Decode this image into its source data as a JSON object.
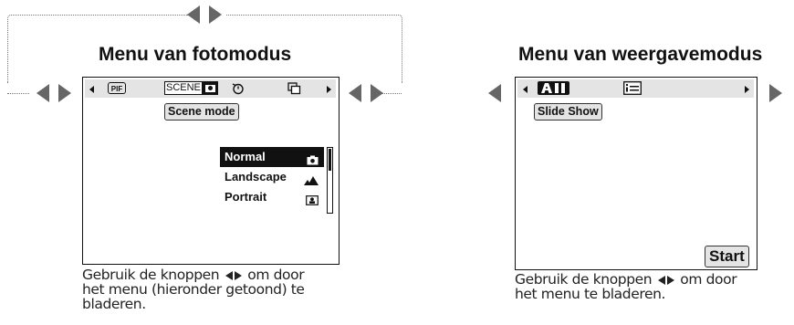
{
  "photo": {
    "title": "Menu van fotomodus",
    "toolbar": {
      "pif_label": "PIF",
      "scene_label": "SCENE"
    },
    "active_label": "Scene mode",
    "menu_items": [
      {
        "label": "Normal",
        "icon": "camera-icon",
        "selected": true
      },
      {
        "label": "Landscape",
        "icon": "mountain-icon",
        "selected": false
      },
      {
        "label": "Portrait",
        "icon": "portrait-icon",
        "selected": false
      }
    ],
    "caption": {
      "line1_pre": "Gebruik de knoppen",
      "line1_post": "om door",
      "line2": "het menu (hieronder getoond) te",
      "line3": "bladeren."
    }
  },
  "playback": {
    "title": "Menu van weergavemodus",
    "active_label": "Slide Show",
    "start_label": "Start",
    "caption": {
      "line1_pre": "Gebruik de knoppen",
      "line1_post": "om door",
      "line2": "het menu te bladeren."
    }
  },
  "colors": {
    "bar": "#e4e4e4",
    "arrow": "#666666",
    "selected_bg": "#111111"
  }
}
